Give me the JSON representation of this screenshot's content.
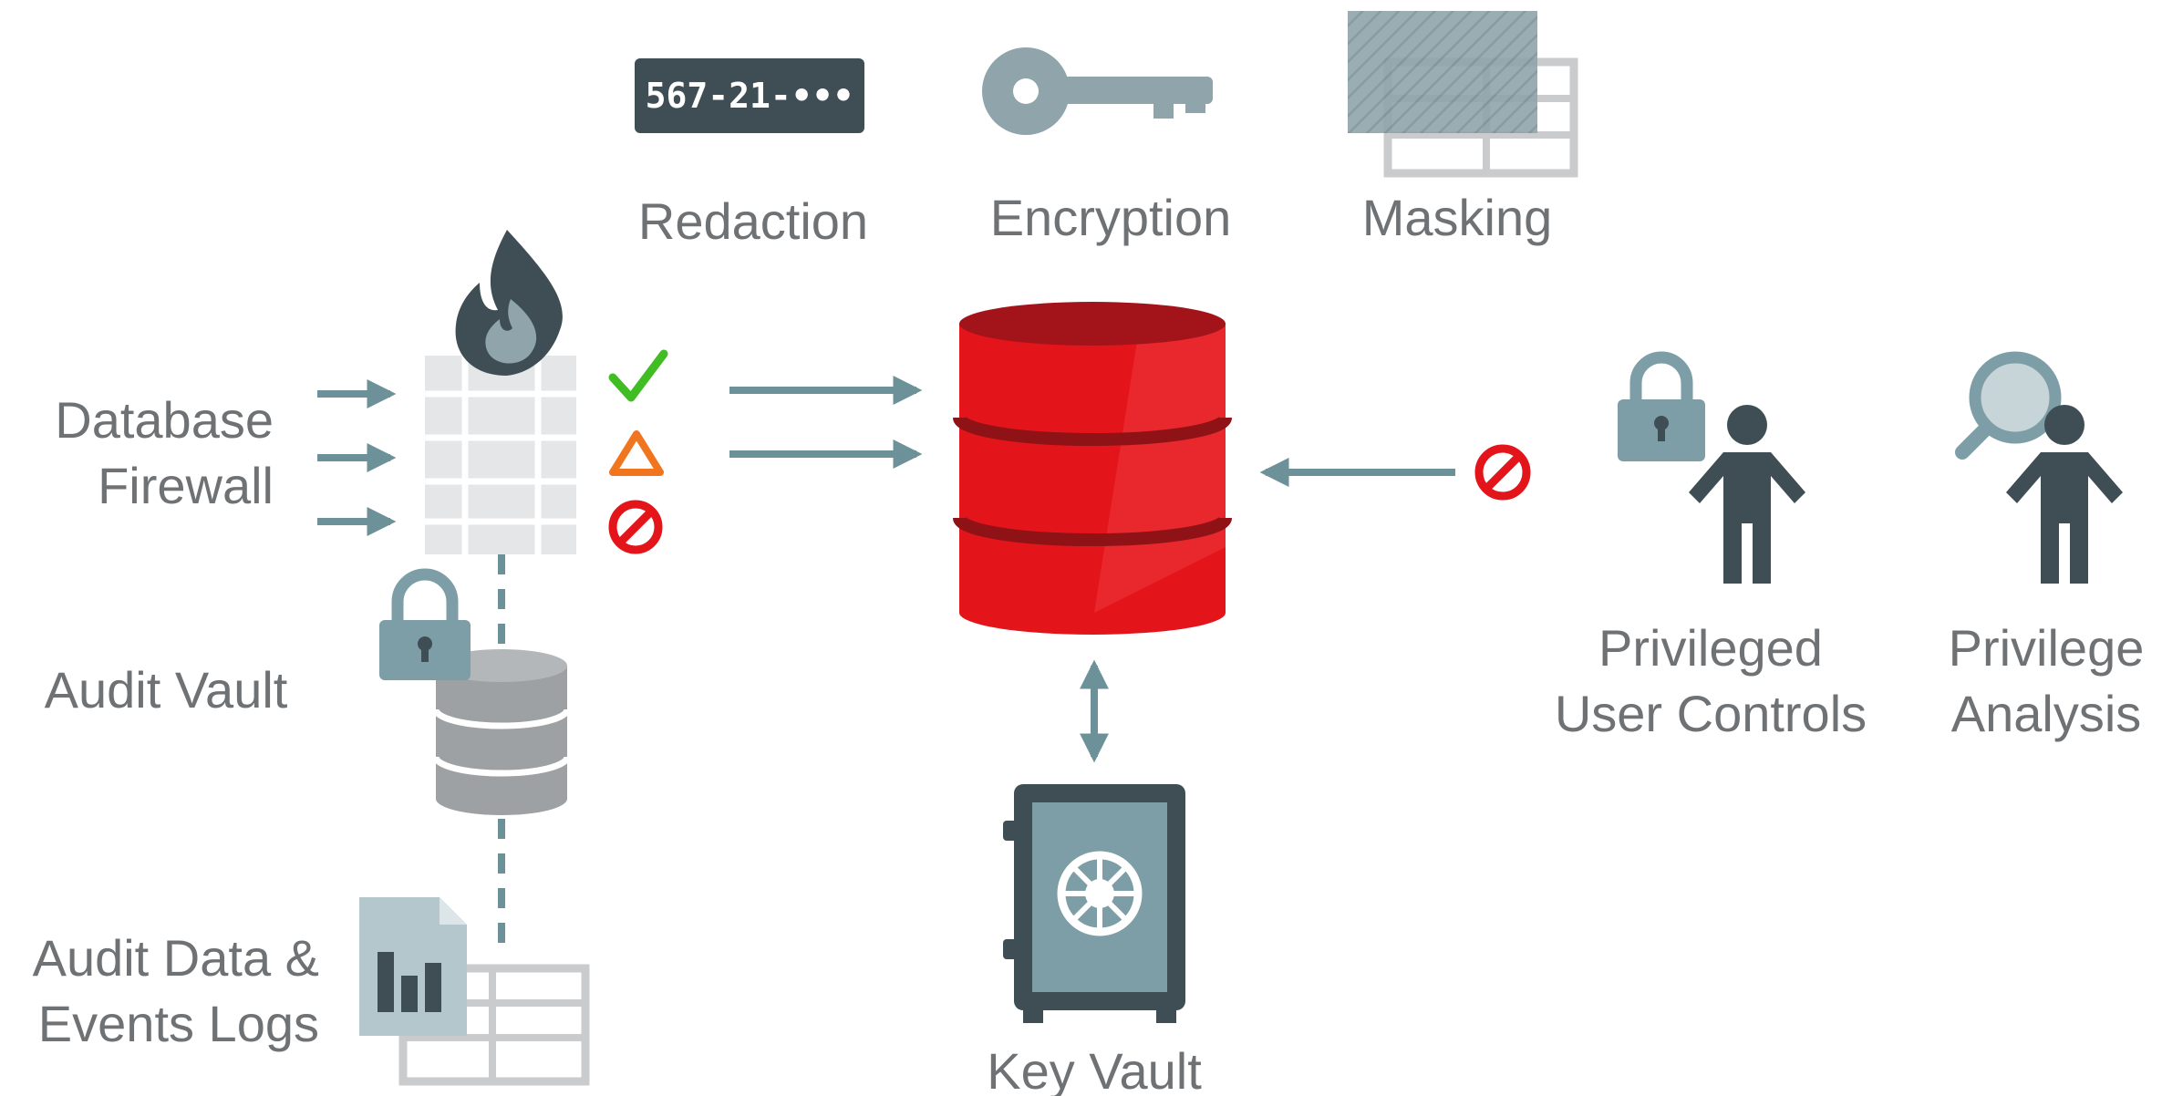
{
  "top_tools": {
    "redaction": {
      "label": "Redaction",
      "sample_text": "567-21-•••"
    },
    "encryption": {
      "label": "Encryption"
    },
    "masking": {
      "label": "Masking"
    }
  },
  "left_column": {
    "firewall_label_line1": "Database",
    "firewall_label_line2": "Firewall",
    "audit_vault_label": "Audit Vault",
    "logs_label_line1": "Audit Data &",
    "logs_label_line2": "Events Logs"
  },
  "center": {
    "key_vault_label": "Key Vault"
  },
  "right_column": {
    "privileged_line1": "Privileged",
    "privileged_line2": "User Controls",
    "analysis_line1": "Privilege",
    "analysis_line2": "Analysis"
  },
  "icons": [
    "redaction-badge-icon",
    "key-icon",
    "masking-table-icon",
    "flame-icon",
    "firewall-grid-icon",
    "check-icon",
    "warning-triangle-icon",
    "block-icon",
    "database-icon",
    "lock-icon",
    "audit-database-icon",
    "report-document-icon",
    "log-table-icon",
    "safe-icon",
    "person-icon",
    "magnifier-icon"
  ],
  "colors": {
    "accent_red": "#e3151a",
    "arrow_teal": "#6d9199",
    "icon_teal": "#7d9ea6",
    "dark_slate": "#3f4e55",
    "check_green": "#3fbd23",
    "warning_orange": "#f1741f",
    "label_gray": "#6f7275"
  }
}
